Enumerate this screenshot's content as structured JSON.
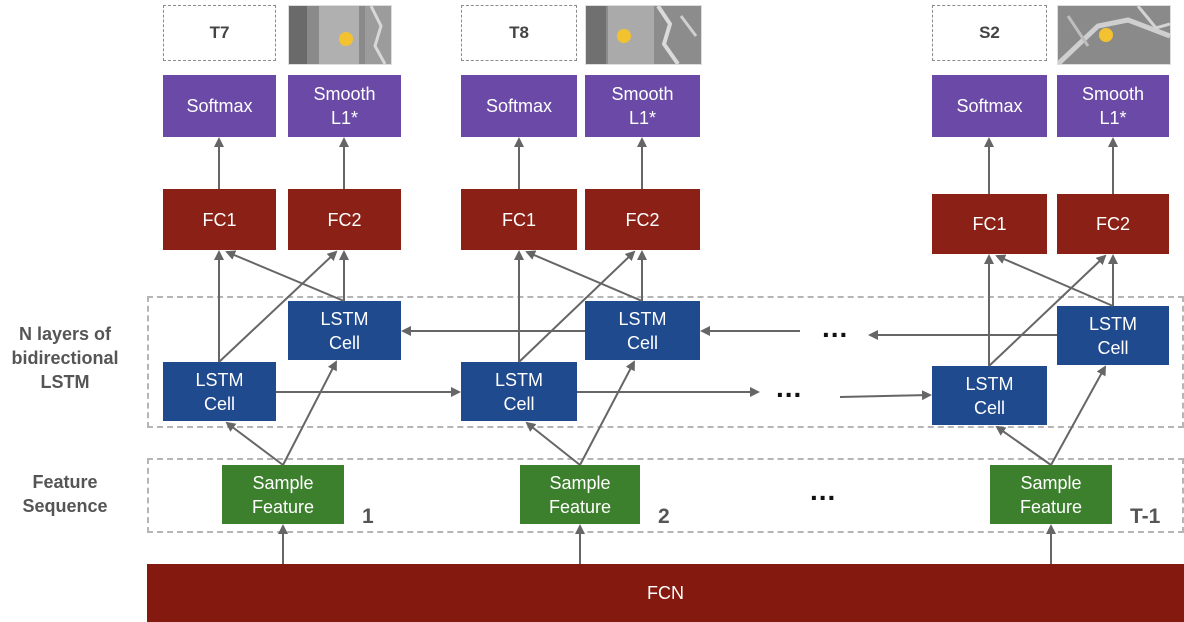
{
  "columns": [
    {
      "label": "T7",
      "head1": "Softmax",
      "head2": "Smooth L1*",
      "fc1": "FC1",
      "fc2": "FC2",
      "lstm_fwd": "LSTM Cell",
      "lstm_bwd": "LSTM Cell",
      "feature": "Sample Feature",
      "index": "1"
    },
    {
      "label": "T8",
      "head1": "Softmax",
      "head2": "Smooth L1*",
      "fc1": "FC1",
      "fc2": "FC2",
      "lstm_fwd": "LSTM Cell",
      "lstm_bwd": "LSTM Cell",
      "feature": "Sample Feature",
      "index": "2"
    },
    {
      "label": "S2",
      "head1": "Softmax",
      "head2": "Smooth L1*",
      "fc1": "FC1",
      "fc2": "FC2",
      "lstm_fwd": "LSTM Cell",
      "lstm_bwd": "LSTM Cell",
      "feature": "Sample Feature",
      "index": "T-1"
    }
  ],
  "side_labels": {
    "lstm": "N layers of bidirectional LSTM",
    "feature": "Feature Sequence"
  },
  "ellipsis": "...",
  "fcn_label": "FCN",
  "colors": {
    "head": "#6a4aa6",
    "fc": "#8b2116",
    "lstm": "#1f4a8e",
    "feature": "#3c7f2d",
    "fcn": "#84190f",
    "marker": "#f2c230"
  }
}
